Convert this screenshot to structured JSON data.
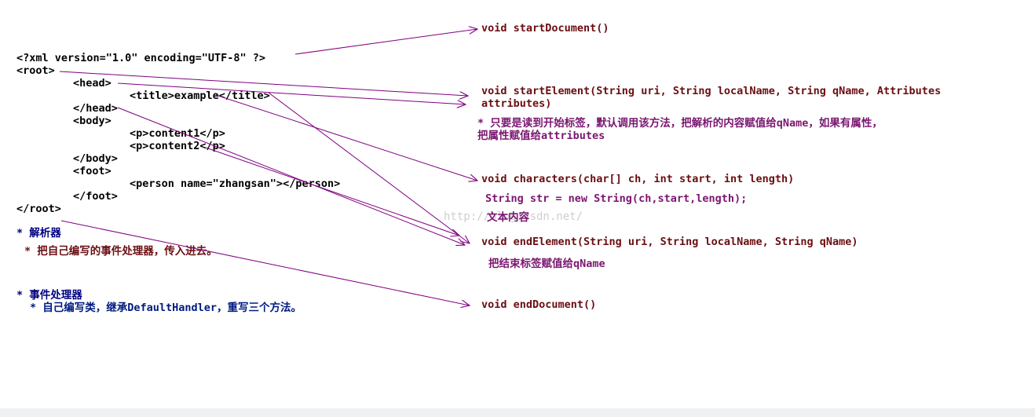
{
  "xml": {
    "declaration": "<?xml version=\"1.0\" encoding=\"UTF-8\" ?>",
    "root_open": "<root>",
    "head_open": "<head>",
    "title_line": "<title>example</title>",
    "head_close": "</head>",
    "body_open": "<body>",
    "p1": "<p>content1</p>",
    "p2": "<p>content2</p>",
    "body_close": "</body>",
    "foot_open": "<foot>",
    "person": "<person name=\"zhangsan\"></person>",
    "foot_close": "</foot>",
    "root_close": "</root>"
  },
  "notes": {
    "parser_title": "* 解析器",
    "parser_desc": "* 把自己编写的事件处理器，传入进去。",
    "handler_title": "* 事件处理器",
    "handler_desc": "* 自己编写类，继承DefaultHandler，重写三个方法。"
  },
  "methods": {
    "start_document": "void startDocument()",
    "start_element_line1": "void startElement(String uri, String localName, String qName, Attributes",
    "start_element_line2": "attributes)",
    "start_element_note_line1": "* 只要是读到开始标签，默认调用该方法，把解析的内容赋值给qName，如果有属性，",
    "start_element_note_line2": "把属性赋值给attributes",
    "characters": "void characters(char[] ch, int start, int length)",
    "characters_code": "String str = new String(ch,start,length);",
    "characters_note": "文本内容",
    "end_element": "void endElement(String uri, String localName, String qName)",
    "end_element_note": "把结束标签赋值给qName",
    "end_document": "void endDocument()"
  },
  "watermark": "http://blog.csdn.net/",
  "colors": {
    "arrow": "#800080",
    "code": "#000000",
    "notes_blue": "#000080",
    "method": "#6a0e12",
    "method_note": "#7a1670"
  }
}
